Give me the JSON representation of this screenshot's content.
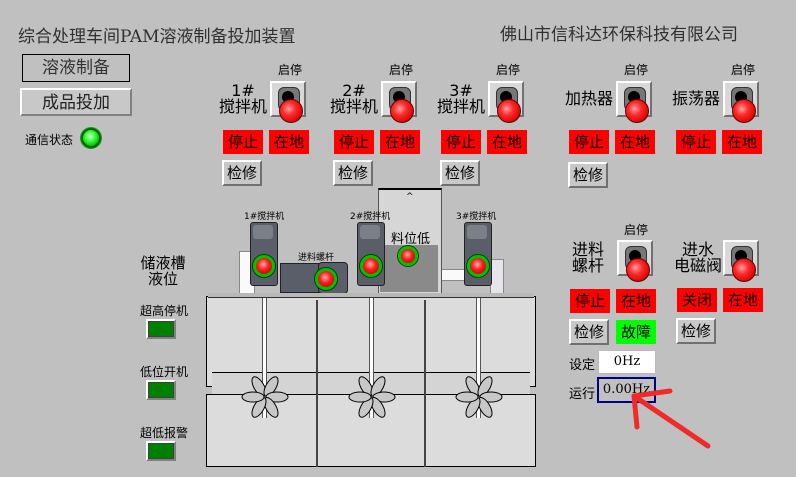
{
  "header": {
    "title": "综合处理车间PAM溶液制备投加装置",
    "company": "佛山市信科达环保科技有限公司"
  },
  "nav": {
    "solution_prep": "溶液制备",
    "product_dosing": "成品投加"
  },
  "comm_status": {
    "label": "通信状态",
    "state": "green"
  },
  "devices": [
    {
      "id": "mixer1",
      "label_line1": "1#",
      "label_line2": "搅拌机",
      "switch_label": "启停",
      "run_state": "停止",
      "mode": "在地",
      "maint": "检修"
    },
    {
      "id": "mixer2",
      "label_line1": "2#",
      "label_line2": "搅拌机",
      "switch_label": "启停",
      "run_state": "停止",
      "mode": "在地",
      "maint": "检修"
    },
    {
      "id": "mixer3",
      "label_line1": "3#",
      "label_line2": "搅拌机",
      "switch_label": "启停",
      "run_state": "停止",
      "mode": "在地",
      "maint": "检修"
    },
    {
      "id": "heater",
      "label_line1": "",
      "label_line2": "加热器",
      "switch_label": "启停",
      "run_state": "停止",
      "mode": "在地",
      "maint": "检修"
    },
    {
      "id": "vibrator",
      "label_line1": "",
      "label_line2": "振荡器",
      "switch_label": "启停",
      "run_state": "停止",
      "mode": "在地"
    },
    {
      "id": "feed_screw",
      "label_line1": "进料",
      "label_line2": "螺杆",
      "switch_label": "启停",
      "run_state": "停止",
      "mode": "在地",
      "maint": "检修",
      "fault": "故障"
    },
    {
      "id": "inlet_valve",
      "label_line1": "进水",
      "label_line2": "电磁阀",
      "run_state": "关闭",
      "mode": "在地",
      "maint": "检修"
    }
  ],
  "process": {
    "mixer1_label": "1#搅拌机",
    "mixer2_label": "2#搅拌机",
    "mixer3_label": "3#搅拌机",
    "screw_label": "进料螺杆",
    "hopper_label": "料位低",
    "hopper_mark": "^"
  },
  "tank_level": {
    "title_line1": "储液槽",
    "title_line2": "液位",
    "indicators": [
      {
        "label": "超高停机",
        "color": "#008000"
      },
      {
        "label": "低位开机",
        "color": "#008000"
      },
      {
        "label": "超低报警",
        "color": "#008000"
      }
    ]
  },
  "frequency": {
    "set_label": "设定",
    "set_value": "0Hz",
    "run_label": "运行",
    "run_value": "0.00Hz"
  },
  "colors": {
    "background": "#c0c0c0",
    "stop_red": "#ff0000",
    "fault_green": "#00ff00",
    "level_green": "#008000",
    "annotation_arrow": "#ee2a2a"
  }
}
